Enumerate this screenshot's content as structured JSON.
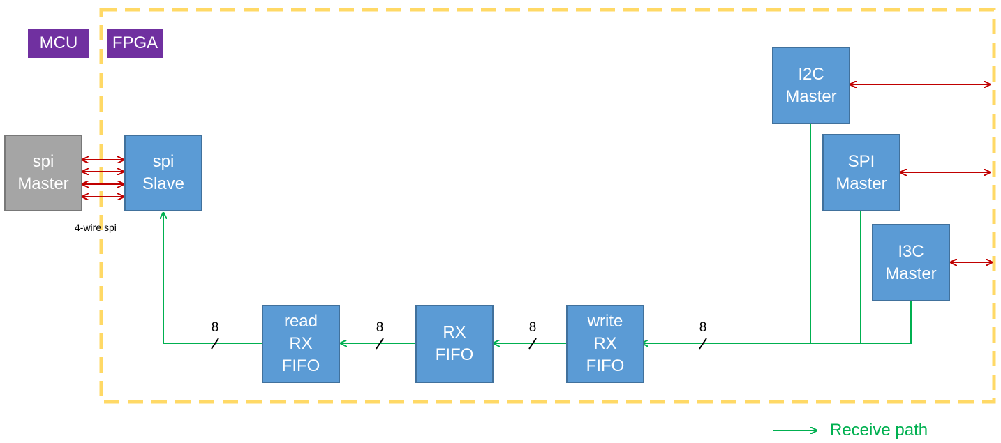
{
  "colors": {
    "fpga_boundary": "#ffd966",
    "block_fill": "#5b9bd5",
    "master_fill": "#a5a5a5",
    "tag_fill": "#7030a0",
    "receive_arrow": "#00b050",
    "bus_arrow": "#c00000"
  },
  "tags": {
    "mcu": "MCU",
    "fpga": "FPGA"
  },
  "blocks": {
    "spi_master": [
      "spi",
      "Master"
    ],
    "spi_slave": [
      "spi",
      "Slave"
    ],
    "read_rx_fifo": [
      "read",
      "RX",
      "FIFO"
    ],
    "rx_fifo": [
      "RX",
      "FIFO"
    ],
    "write_rx_fifo": [
      "write",
      "RX",
      "FIFO"
    ],
    "i2c_master": [
      "I2C",
      "Master"
    ],
    "spi_master_fpga": [
      "SPI",
      "Master"
    ],
    "i3c_master": [
      "I3C",
      "Master"
    ]
  },
  "labels": {
    "four_wire": "4-wire spi"
  },
  "bus_widths": {
    "w1": "8",
    "w2": "8",
    "w3": "8",
    "w4": "8"
  },
  "legend": {
    "receive_path": "Receive path"
  }
}
